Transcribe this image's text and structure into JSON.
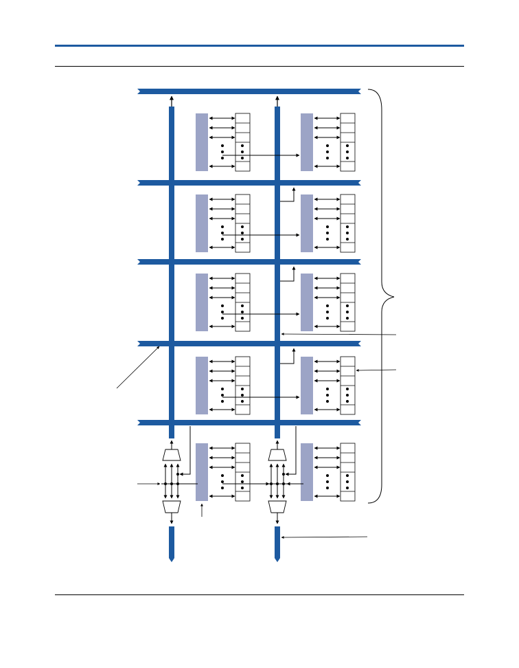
{
  "page": {
    "header_rule_color": "#1d5aa0",
    "text": []
  },
  "diagram": {
    "bus_color": "#1d5aa0",
    "line_color": "#000000",
    "block_fill": "#ffffff",
    "channel_stripe_color": "#3a4a8c",
    "logic_block_rows": 5,
    "logic_block_columns": 2,
    "cells_per_block": 6,
    "vertical_buses": 2,
    "horizontal_buses": 5,
    "bottom_stubs": 2,
    "io_mux_pairs": 2
  }
}
